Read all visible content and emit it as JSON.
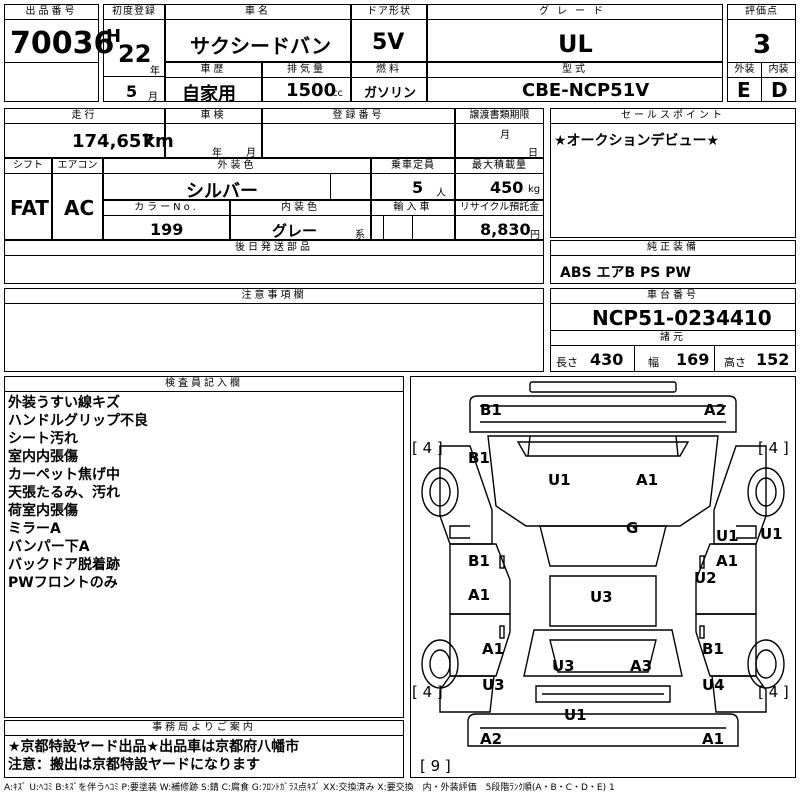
{
  "labels": {
    "lot_no": "出品番号",
    "first_reg": "初度登録",
    "car_name": "車名",
    "door_type": "ドア形状",
    "grade": "グレード",
    "score": "評価点",
    "history": "車歴",
    "displacement": "排気量",
    "fuel": "燃料",
    "model_code": "型式",
    "exterior": "外装",
    "interior": "内装",
    "mileage": "走行",
    "inspection": "車検",
    "reg_no": "登録番号",
    "transfer_deadline": "譲渡書類期限",
    "sales_point": "セールスポイント",
    "shift": "シフト",
    "aircon": "エアコン",
    "ext_color": "外装色",
    "capacity": "乗車定員",
    "max_load": "最大積載量",
    "color_no": "カラーNo.",
    "int_color": "内装色",
    "import": "輸入車",
    "recycle": "リサイクル預託金",
    "later_parts": "後日発送部品",
    "genuine_equip": "純正装備",
    "caution": "注意事項欄",
    "chassis_no": "車台番号",
    "specs": "諸元",
    "inspector_notes": "検査員記入欄",
    "office_notice": "事務局よりご案内"
  },
  "values": {
    "lot_no": "70036",
    "era": "H",
    "year": "22",
    "year_unit": "年",
    "month": "5",
    "month_unit": "月",
    "car_name": "サクシードバン",
    "door_type": "5V",
    "grade": "UL",
    "score": "3",
    "history": "自家用",
    "displacement": "1500",
    "displacement_unit": "cc",
    "fuel": "ガソリン",
    "model_code": "CBE-NCP51V",
    "exterior_grade": "E",
    "interior_grade": "D",
    "mileage": "174,657",
    "mileage_unit": "km",
    "insp_year_unit": "年",
    "insp_month_unit": "月",
    "deadline_month_unit": "月",
    "deadline_day_unit": "日",
    "sales_point": "★オークションデビュー★",
    "shift": "FAT",
    "aircon": "AC",
    "ext_color": "シルバー",
    "capacity": "5",
    "capacity_unit": "人",
    "max_load": "450",
    "max_load_unit": "kg",
    "color_no": "199",
    "int_color": "グレー",
    "int_color_suffix": "系",
    "recycle": "8,830",
    "recycle_unit": "円",
    "genuine_equip": "ABS エアB PS PW",
    "chassis_no": "NCP51-0234410",
    "length_label": "長さ",
    "length": "430",
    "width_label": "幅",
    "width": "169",
    "height_label": "高さ",
    "height": "152"
  },
  "inspector_notes": [
    "外装うすい線キズ",
    "ハンドルグリップ不良",
    "シート汚れ",
    "室内内張傷",
    "カーペット焦げ中",
    "天張たるみ、汚れ",
    "荷室内張傷",
    "ミラーA",
    "バンパー下A",
    "バックドア脱着跡",
    "PWフロントのみ"
  ],
  "office_notice": [
    "★京都特設ヤード出品★出品車は京都府八幡市",
    "注意：搬出は京都特設ヤードになります"
  ],
  "diagram": {
    "tire_front_left": "[ 4 ]",
    "tire_front_right": "[ 4 ]",
    "tire_rear_left": "[ 4 ]",
    "tire_rear_right": "[ 4 ]",
    "spare": "[ 9 ]",
    "marks": {
      "front_bumper_left": "B1",
      "front_bumper_right": "A2",
      "fender_front_left": "B1",
      "hood_left": "U1",
      "hood_right": "A1",
      "roof": "G",
      "door_front_right_outer": "U1",
      "door_front_right": "U1",
      "door_front_right_2": "A1",
      "door_rear_right_2": "U2",
      "door_front_left": "B1",
      "door_rear_left": "A1",
      "roof_center": "U3",
      "fender_rear_left": "A1",
      "fender_rear_left_2": "U3",
      "trunk_left": "U3",
      "trunk_right": "A3",
      "fender_rear_right": "B1",
      "fender_rear_right_2": "U4",
      "rear_panel": "U1",
      "rear_bumper_left": "A2",
      "rear_bumper_right": "A1"
    }
  },
  "legend": "A:ｷｽﾞ U:ﾍｺﾐ B:ｷｽﾞを伴うﾍｺﾐ P:要塗装 W:補修跡 S:錆 C:腐食 G:ﾌﾛﾝﾄｶﾞﾗｽ点ｷｽﾞ XX:交換済み X:要交換　内・外装評価　5段階ﾗﾝｸ順(A・B・C・D・E) 1"
}
